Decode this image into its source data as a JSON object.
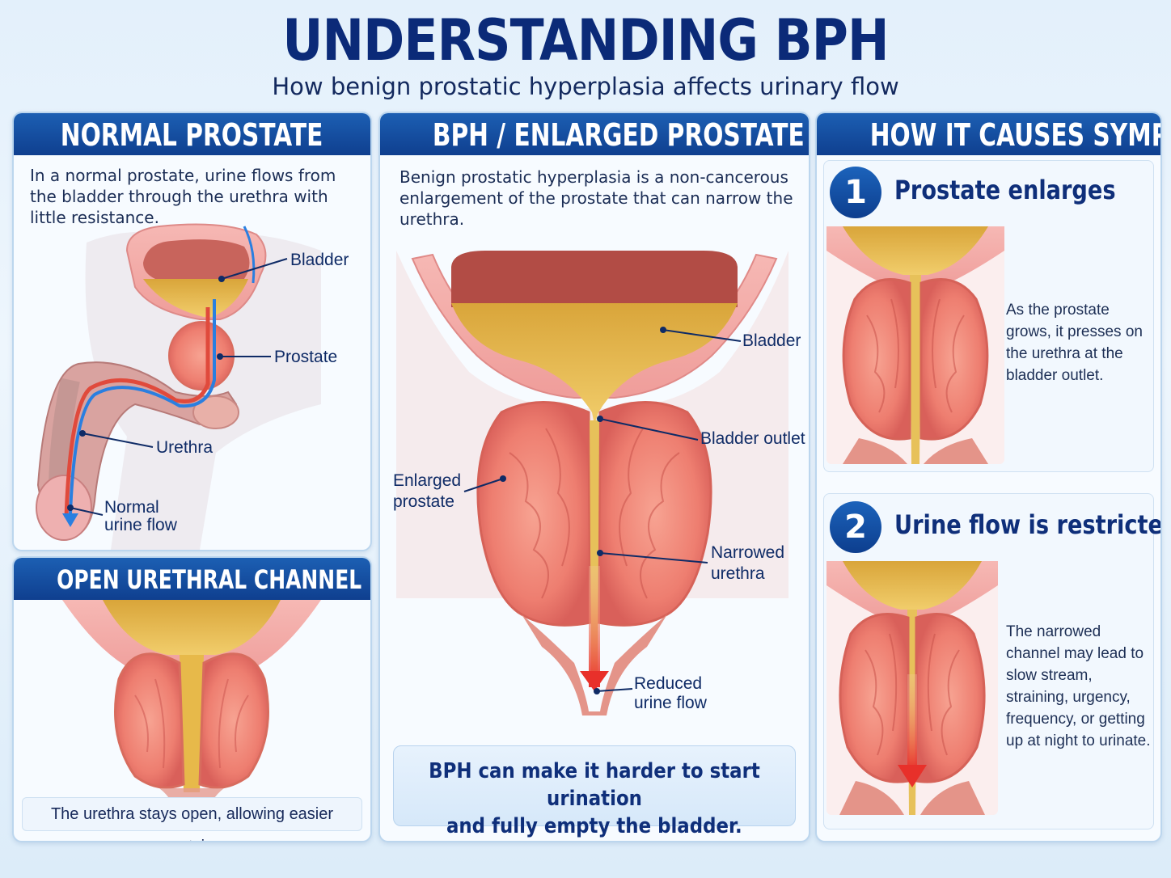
{
  "header": {
    "title": "UNDERSTANDING BPH",
    "subtitle": "How benign prostatic hyperplasia affects urinary flow"
  },
  "normal": {
    "heading": "NORMAL PROSTATE",
    "description": "In a normal prostate, urine flows from the bladder through the urethra with little resistance.",
    "labels": {
      "bladder": "Bladder",
      "prostate": "Prostate",
      "urethra": "Urethra",
      "flow_1": "Normal",
      "flow_2": "urine flow"
    }
  },
  "open": {
    "heading": "OPEN URETHRAL CHANNEL",
    "caption": "The urethra stays open, allowing easier emptying."
  },
  "bph": {
    "heading": "BPH / ENLARGED PROSTATE",
    "description": "Benign prostatic hyperplasia is a non-cancerous enlargement of the prostate that can narrow the urethra.",
    "labels": {
      "bladder": "Bladder",
      "outlet": "Bladder outlet",
      "enlarged_1": "Enlarged",
      "enlarged_2": "prostate",
      "narrowed_1": "Narrowed",
      "narrowed_2": "urethra",
      "reduced_1": "Reduced",
      "reduced_2": "urine flow"
    },
    "callout_1": "BPH can make it harder to start urination",
    "callout_2": "and fully empty the bladder."
  },
  "symptoms": {
    "heading": "HOW IT CAUSES SYMPTOMS",
    "steps": [
      {
        "number": "1",
        "title": "Prostate enlarges",
        "text": "As the prostate grows, it presses on the urethra at the bladder outlet."
      },
      {
        "number": "2",
        "title": "Urine flow is restricted",
        "text": "The narrowed channel may lead to slow stream, straining, urgency, frequency, or getting up at night to urinate."
      }
    ]
  },
  "colors": {
    "header_blue": "#0f3f8f",
    "tissue_pink": "#f3a7a5",
    "prostate_red": "#ef7f72",
    "urine_yellow": "#e7b94a",
    "flow_arrow": "#e8302a",
    "flow_blue": "#2a7fe0"
  }
}
